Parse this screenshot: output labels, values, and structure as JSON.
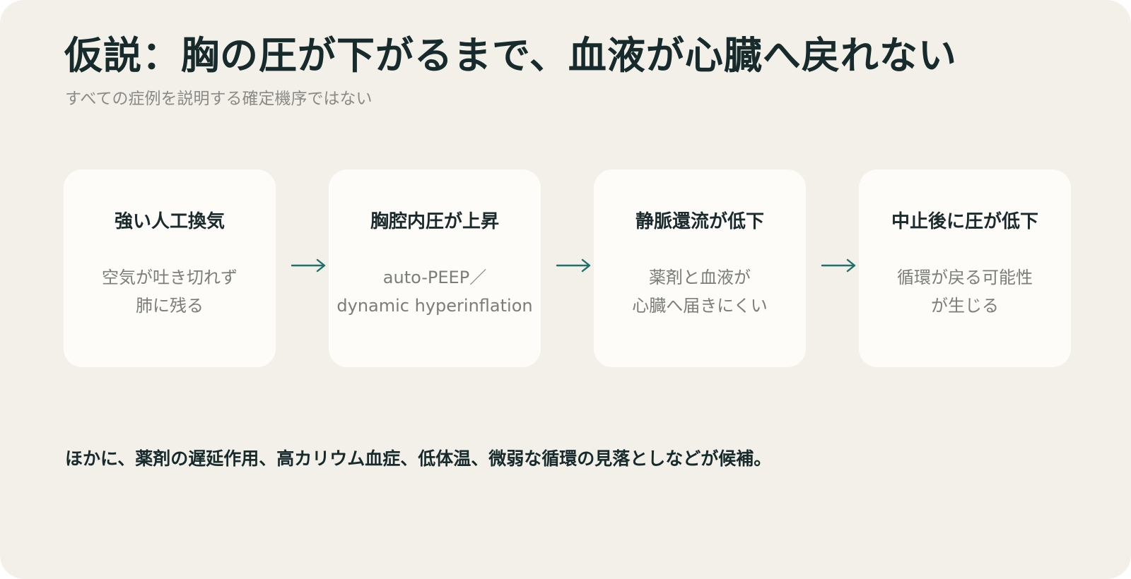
{
  "slide": {
    "title": "仮説：胸の圧が下がるまで、血液が心臓へ戻れない",
    "subtitle": "すべての症例を説明する確定機序ではない",
    "steps": [
      {
        "title": "強い人工換気",
        "lines": [
          "空気が吐き切れず",
          "肺に残る"
        ]
      },
      {
        "title": "胸腔内圧が上昇",
        "lines": [
          "auto-PEEP／",
          "dynamic hyperinflation"
        ]
      },
      {
        "title": "静脈還流が低下",
        "lines": [
          "薬剤と血液が",
          "心臓へ届きにくい"
        ]
      },
      {
        "title": "中止後に圧が低下",
        "lines": [
          "循環が戻る可能性",
          "が生じる"
        ]
      }
    ],
    "footnote": "ほかに、薬剤の遅延作用、高カリウム血症、低体温、微弱な循環の見落としなどが候補。"
  },
  "colors": {
    "background": "#f2f0e8",
    "card": "#fdfcf8",
    "title_text": "#172a2c",
    "muted_text": "#7b7d7a",
    "arrow": "#1f6f6a"
  },
  "icons": {
    "connector": "right-arrow-icon"
  }
}
